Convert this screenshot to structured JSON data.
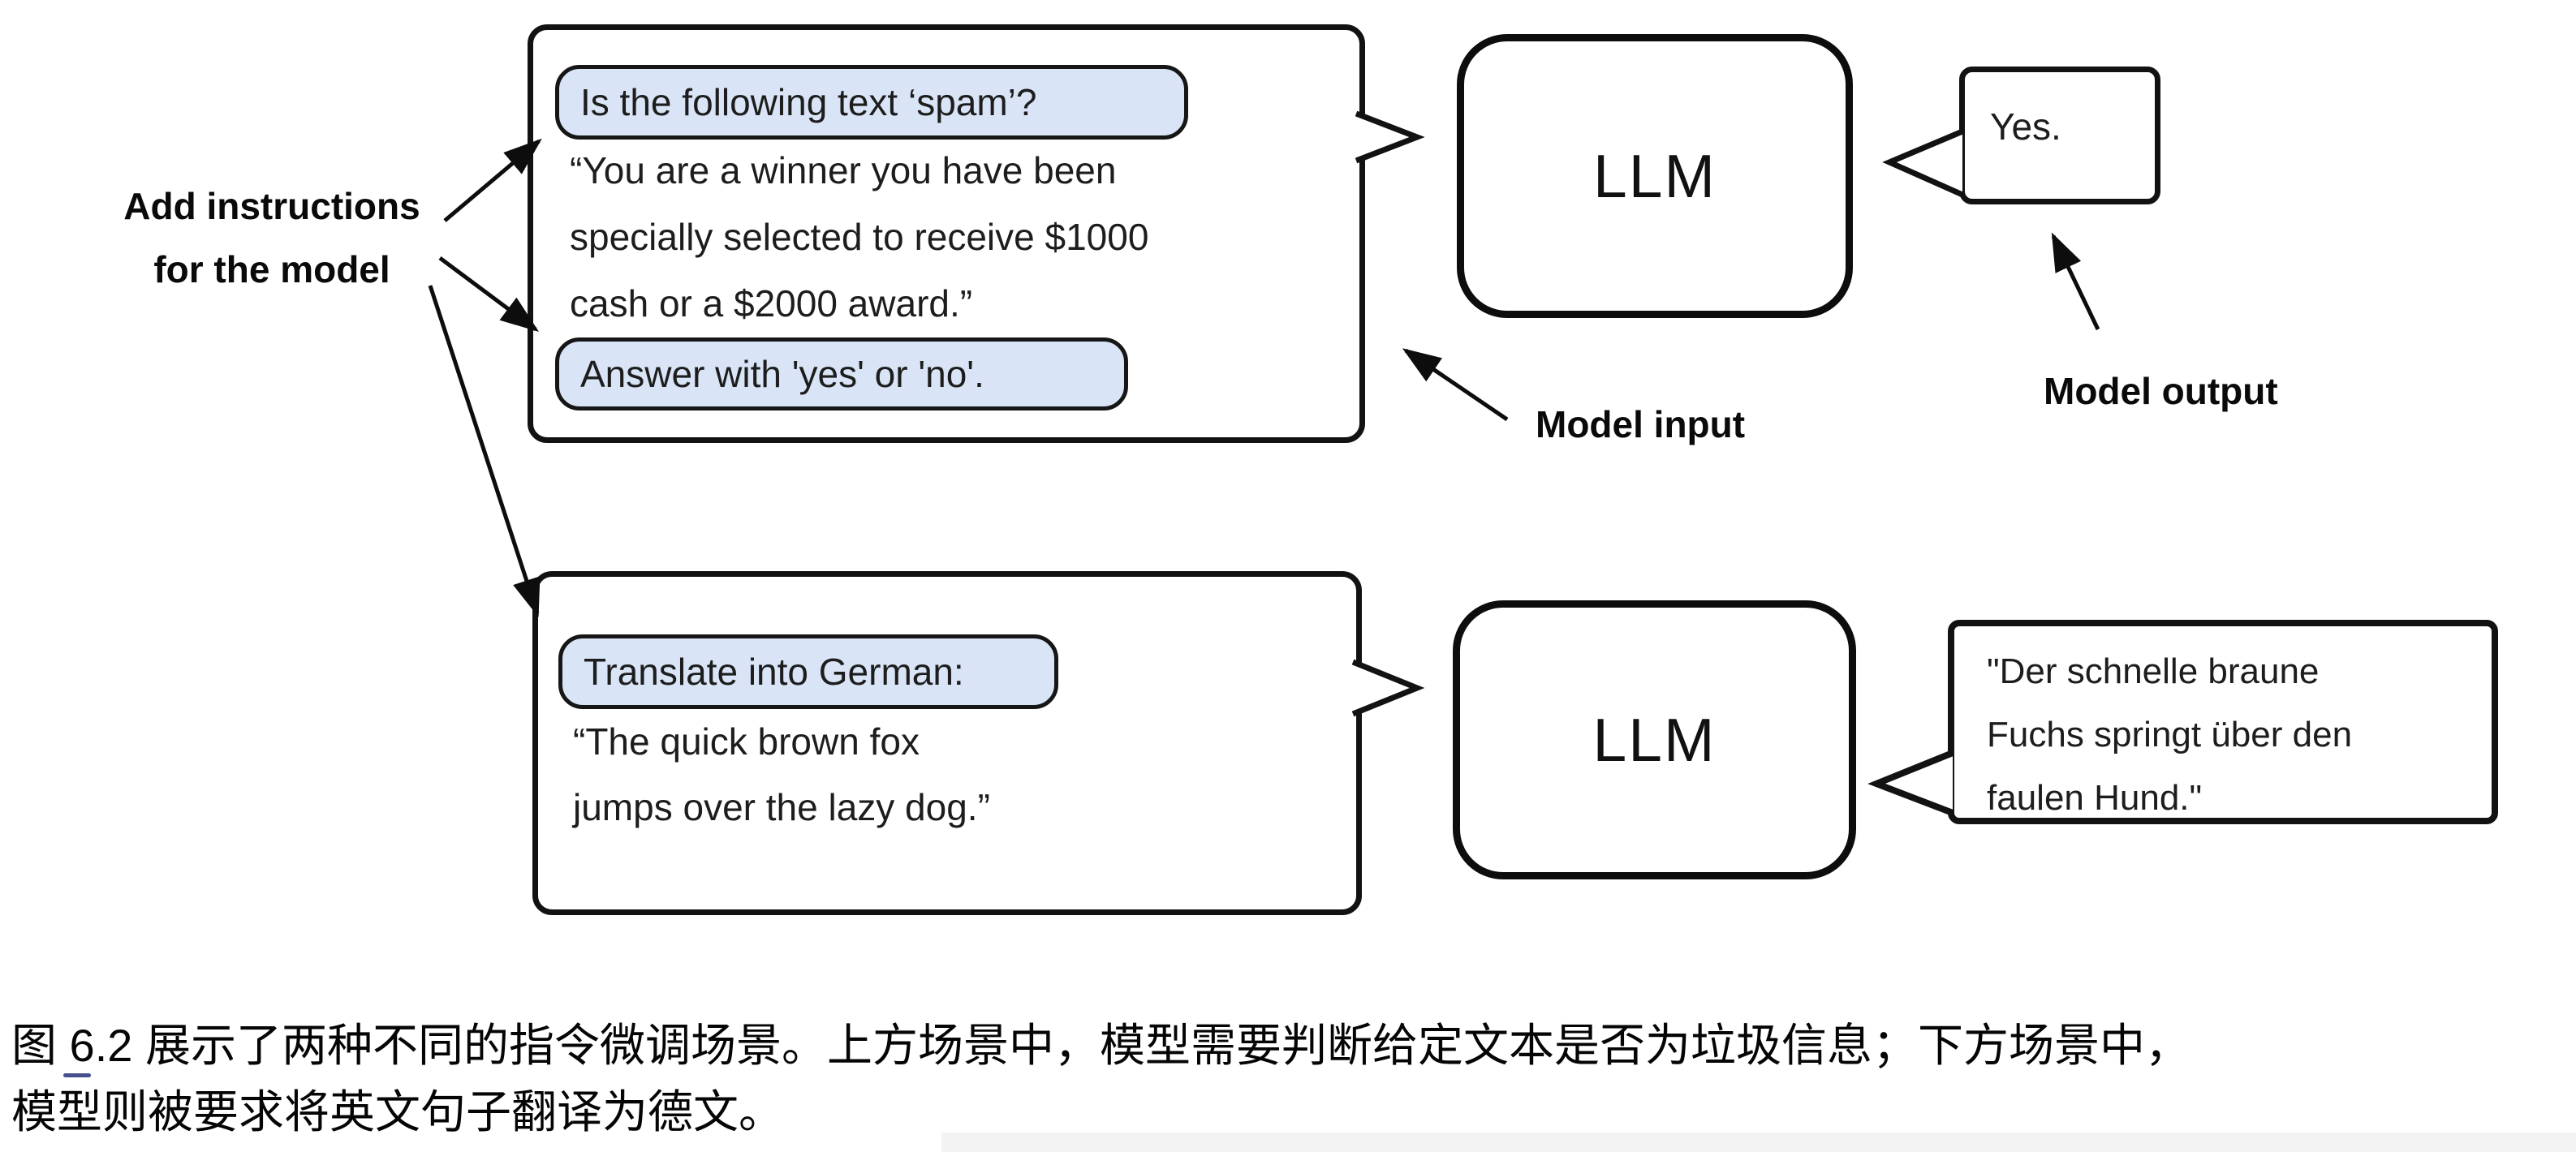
{
  "diagram": {
    "labels": {
      "add_instructions_line1": "Add instructions",
      "add_instructions_line2": "for the model",
      "model_input": "Model input",
      "model_output": "Model output"
    },
    "spam_scenario": {
      "instruction_1": "Is the following text ‘spam’?",
      "body_line1": "“You are a winner you have been",
      "body_line2": "specially selected to receive $1000",
      "body_line3": "cash or a $2000 award.”",
      "instruction_2": "Answer with 'yes' or 'no'.",
      "llm_label": "LLM",
      "output": "Yes."
    },
    "translation_scenario": {
      "instruction": "Translate into German:",
      "body_line1": "“The quick brown fox",
      "body_line2": "jumps over the lazy dog.”",
      "llm_label": "LLM",
      "output_line1": "\"Der schnelle braune",
      "output_line2": "Fuchs springt über den",
      "output_line3": "faulen Hund.\""
    }
  },
  "caption": {
    "line1": "图 6.2 展示了两种不同的指令微调场景。上方场景中，模型需要判断给定文本是否为垃圾信息；下方场景中，",
    "line2": "模型则被要求将英文句子翻译为德文。"
  },
  "colors": {
    "pill_fill": "#d9e5f6",
    "ink": "#111111"
  }
}
